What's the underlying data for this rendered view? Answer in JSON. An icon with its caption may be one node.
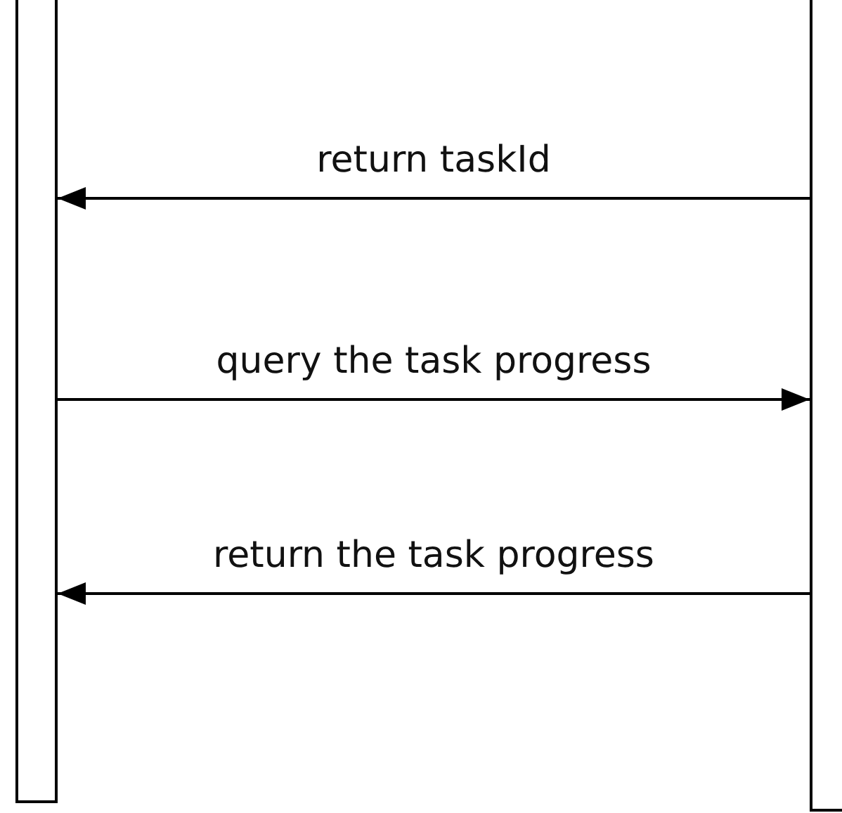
{
  "diagram": {
    "nodes": [
      {
        "text": [],
        "shape": "bar"
      },
      {
        "text": [],
        "shape": "bar"
      }
    ],
    "edges": [
      {
        "from": 1,
        "to": 0,
        "arrow": "to",
        "label": "return taskId"
      },
      {
        "from": 0,
        "to": 1,
        "arrow": "to",
        "label": "query the task progress"
      },
      {
        "from": 1,
        "to": 0,
        "arrow": "to",
        "label": "return the task progress"
      }
    ]
  }
}
